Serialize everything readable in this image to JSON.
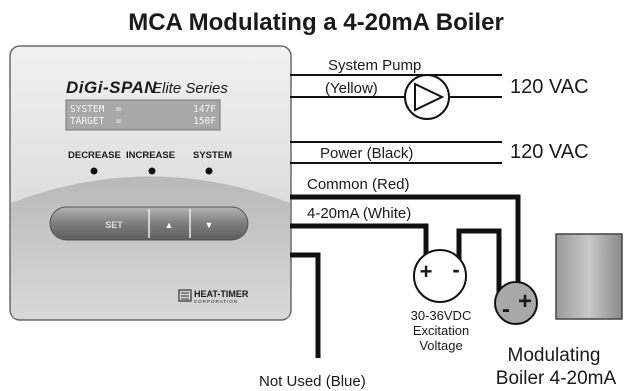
{
  "title": "MCA Modulating a 4-20mA Boiler",
  "controller": {
    "brand_logo": "DiGi-SPAN",
    "series": "Elite Series",
    "display_line_1_label": "SYSTEM  =",
    "display_line_1_value": "147F",
    "display_line_2_label": "TARGET  =",
    "display_line_2_value": "150F",
    "indicator_decrease": "DECREASE",
    "indicator_increase": "INCREASE",
    "indicator_system": "SYSTEM",
    "button_set": "SET",
    "button_up": "▲",
    "button_down": "▼",
    "maker_logo": "HEAT-TIMER",
    "maker_sub": "CORPORATION"
  },
  "wires": {
    "system_pump": "System Pump",
    "pump_color": "(Yellow)",
    "power": "Power (Black)",
    "common": "Common (Red)",
    "signal": "4-20mA (White)",
    "not_used": "Not Used (Blue)"
  },
  "supply": {
    "pump_voltage": "120 VAC",
    "power_voltage": "120 VAC"
  },
  "excitation": {
    "plus": "+",
    "minus": "-",
    "label_1": "30-36VDC",
    "label_2": "Excitation",
    "label_3": "Voltage"
  },
  "boiler": {
    "plus": "+",
    "minus": "-",
    "label_1": "Modulating",
    "label_2": "Boiler 4-20mA"
  }
}
